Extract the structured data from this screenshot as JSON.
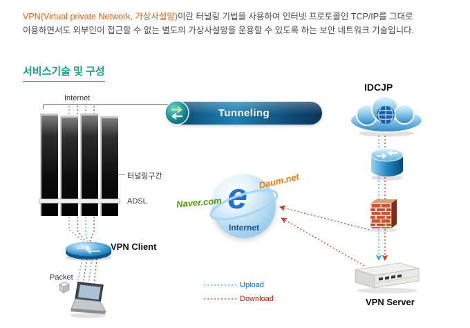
{
  "intro": {
    "highlight": "VPN(Virtual private Network, 가상사설망)",
    "rest_line1": "이란 터널링 기법을 사용하여 인터넷 프로토콜인 TCP/IP를 그대로",
    "line2": "이용하면서도 외부인이 접근할 수 없는 별도의 가상사설망을 운용할 수 있도록 하는 보안 네트워크 기술입니다."
  },
  "section": {
    "title": "서비스기술 및 구성"
  },
  "labels": {
    "internet_line": "Internet",
    "tunneling": "Tunneling",
    "idc": "IDCJP",
    "tunnel_zone": "터널링구간",
    "adsl": "ADSL",
    "vpn_client": "VPN Client",
    "packet": "Packet",
    "naver": "Naver.com",
    "daum": "Daum.net",
    "globe_e": "e",
    "globe_internet": "Internet",
    "vpn_server": "VPN Server",
    "legend_upload": "Upload",
    "legend_download": "Download"
  },
  "colors": {
    "heading_teal": "#16a085",
    "intro_highlight_orange": "#f25c05",
    "upload_line_blue": "#35a8dc",
    "download_line_red": "#cc3a1a",
    "upload_text_blue": "#0a62c8",
    "download_text_red": "#d01400",
    "naver_green": "#4f9c0a",
    "daum_orange": "#f07b07",
    "banner_navy": "#0b3a5e"
  }
}
